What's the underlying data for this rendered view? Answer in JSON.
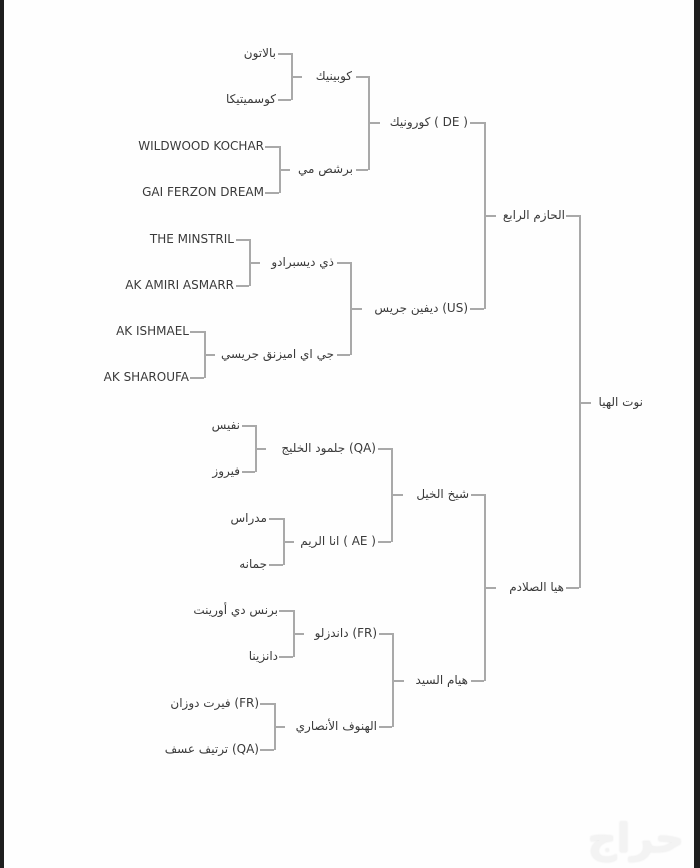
{
  "bracket": {
    "final_winner": "نوت الهيا",
    "semifinals": [
      "الحازم الرابع",
      "هيا الصلادم"
    ],
    "quarterfinals": [
      "كورونيك ( DE )",
      "ديفين جريس (US)",
      "شيخ الخيل",
      "هيام السيد"
    ],
    "round_of_8": [
      "كوبينيك",
      "برشص مي",
      "ذي ديسبرادو",
      "جي اي اميزنق جريسي",
      "جلمود الخليج (QA)",
      "انا الريم ( AE )",
      "داندزلو (FR)",
      "الهنوف الأنصاري"
    ],
    "round_of_16": [
      "بالاتون",
      "كوسميتيكا",
      "WILDWOOD KOCHAR",
      "GAI FERZON DREAM",
      "THE MINSTRIL",
      "AK AMIRI ASMARR",
      "AK ISHMAEL",
      "AK SHAROUFA",
      "نفيس",
      "فيروز",
      "مدراس",
      "جمانه",
      "برنس دي أورينت",
      "دانزينا",
      "فيرت دوزان (FR)",
      "ترتيف عسف (QA)"
    ]
  },
  "watermark": "حراج",
  "colors": {
    "text": "#3a3a3a",
    "lines": "#a9a9a9",
    "background": "#fefefe",
    "frame": "#1e1e1e"
  }
}
